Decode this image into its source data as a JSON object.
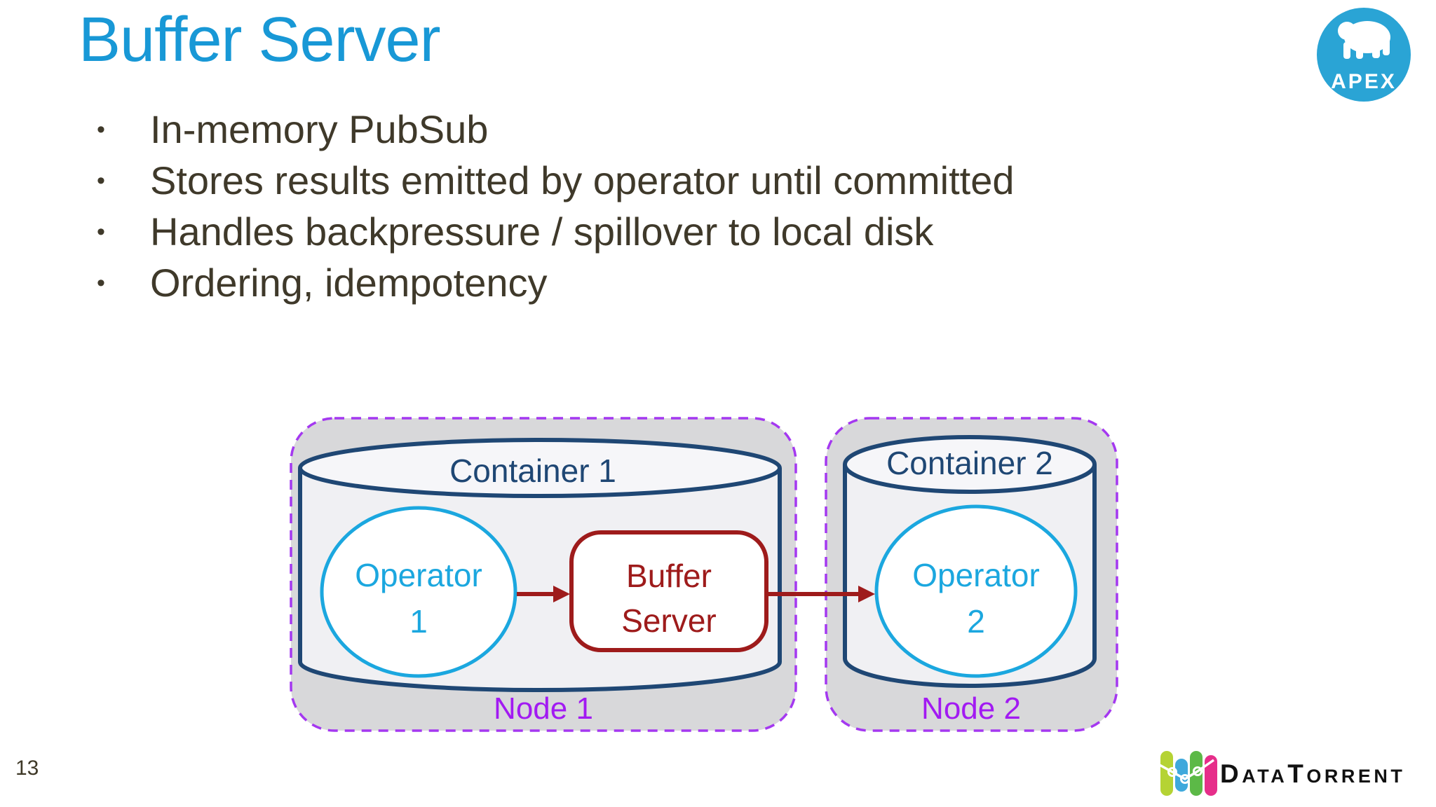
{
  "slide": {
    "page_number": "13",
    "title": "Buffer Server",
    "bullets": [
      "In-memory PubSub",
      "Stores results emitted by operator until committed",
      "Handles backpressure / spillover to local disk",
      "Ordering, idempotency"
    ]
  },
  "diagram": {
    "node1": {
      "label": "Node 1",
      "container": {
        "label": "Container 1"
      },
      "operator": {
        "line1": "Operator",
        "line2": "1"
      },
      "buffer_server": {
        "line1": "Buffer",
        "line2": "Server"
      }
    },
    "node2": {
      "label": "Node 2",
      "container": {
        "label": "Container 2"
      },
      "operator": {
        "line1": "Operator",
        "line2": "2"
      }
    }
  },
  "logos": {
    "apex": {
      "label": "APEX"
    },
    "datatorrent_parts": [
      "D",
      "ATA",
      "T",
      "ORRENT"
    ]
  },
  "colors": {
    "title_blue": "#1898D6",
    "body_text": "#3F392A",
    "container_navy": "#1F4774",
    "operator_cyan": "#1BA7DF",
    "buffer_dark_red": "#9E1B1B",
    "node_border_purple": "#A438F0",
    "node_label_purple": "#A21AF2",
    "node_fill": "#D8D8DA",
    "cylinder_fill": "#F0F0F3",
    "cylinder_top_fill": "#F6F6F9",
    "apex_blue": "#2AA4D5",
    "dt_bar_colors": [
      "#B5D334",
      "#3FA9DC",
      "#5CB947",
      "#E62E8A"
    ]
  }
}
